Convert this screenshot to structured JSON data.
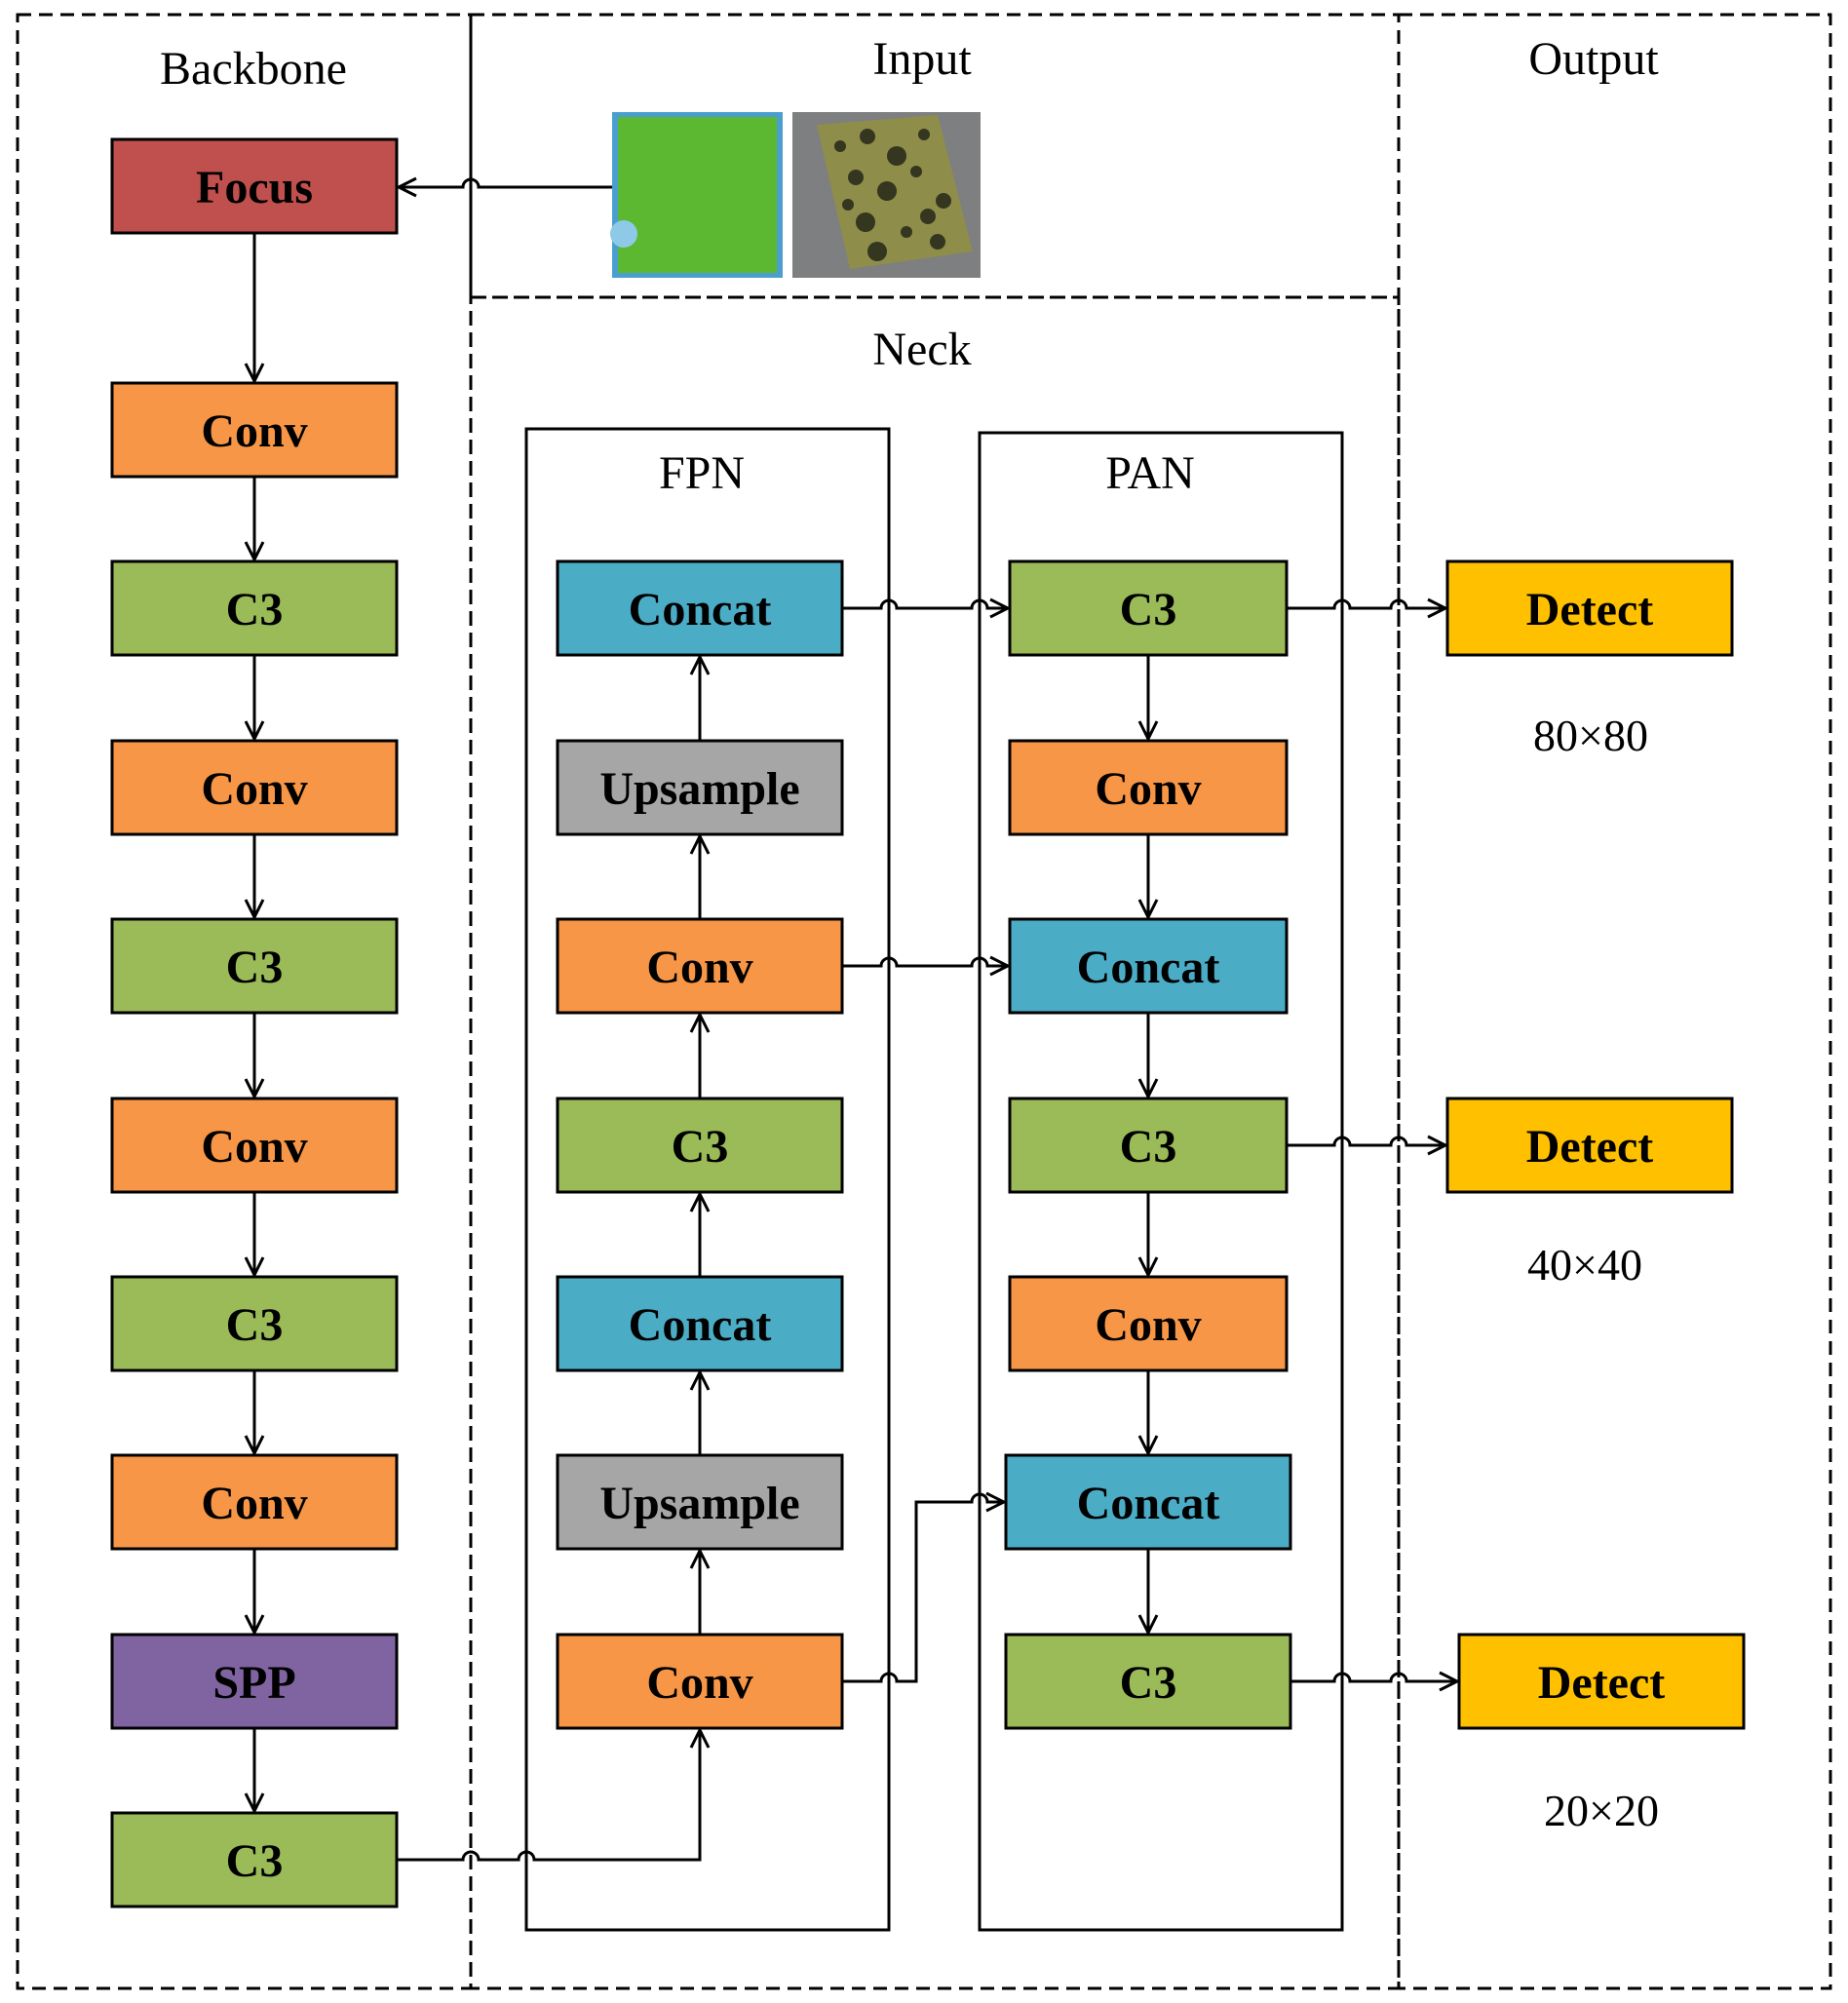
{
  "sections": {
    "backbone": "Backbone",
    "input": "Input",
    "output": "Output",
    "neck": "Neck",
    "fpn": "FPN",
    "pan": "PAN"
  },
  "colors": {
    "focus": "#c0504d",
    "conv": "#f79646",
    "c3": "#9bbb59",
    "concat": "#4bacc6",
    "upsample": "#a6a6a6",
    "spp": "#8064a2",
    "detect": "#ffc000",
    "input_image_1": "#5cb831",
    "input_image_2": "#8e8d4a"
  },
  "input_images": [
    {
      "name": "input-image-green-card"
    },
    {
      "name": "input-image-spotted-card"
    }
  ],
  "backbone_blocks": [
    {
      "label": "Focus",
      "kind": "focus"
    },
    {
      "label": "Conv",
      "kind": "conv"
    },
    {
      "label": "C3",
      "kind": "c3"
    },
    {
      "label": "Conv",
      "kind": "conv"
    },
    {
      "label": "C3",
      "kind": "c3"
    },
    {
      "label": "Conv",
      "kind": "conv"
    },
    {
      "label": "C3",
      "kind": "c3"
    },
    {
      "label": "Conv",
      "kind": "conv"
    },
    {
      "label": "SPP",
      "kind": "spp"
    },
    {
      "label": "C3",
      "kind": "c3"
    }
  ],
  "fpn_blocks": [
    {
      "label": "Concat",
      "kind": "concat"
    },
    {
      "label": "Upsample",
      "kind": "upsample"
    },
    {
      "label": "Conv",
      "kind": "conv"
    },
    {
      "label": "C3",
      "kind": "c3"
    },
    {
      "label": "Concat",
      "kind": "concat"
    },
    {
      "label": "Upsample",
      "kind": "upsample"
    },
    {
      "label": "Conv",
      "kind": "conv"
    }
  ],
  "pan_blocks": [
    {
      "label": "C3",
      "kind": "c3"
    },
    {
      "label": "Conv",
      "kind": "conv"
    },
    {
      "label": "Concat",
      "kind": "concat"
    },
    {
      "label": "C3",
      "kind": "c3"
    },
    {
      "label": "Conv",
      "kind": "conv"
    },
    {
      "label": "Concat",
      "kind": "concat"
    },
    {
      "label": "C3",
      "kind": "c3"
    }
  ],
  "output_blocks": [
    {
      "label": "Detect",
      "kind": "detect",
      "size": "80×80"
    },
    {
      "label": "Detect",
      "kind": "detect",
      "size": "40×40"
    },
    {
      "label": "Detect",
      "kind": "detect",
      "size": "20×20"
    }
  ]
}
